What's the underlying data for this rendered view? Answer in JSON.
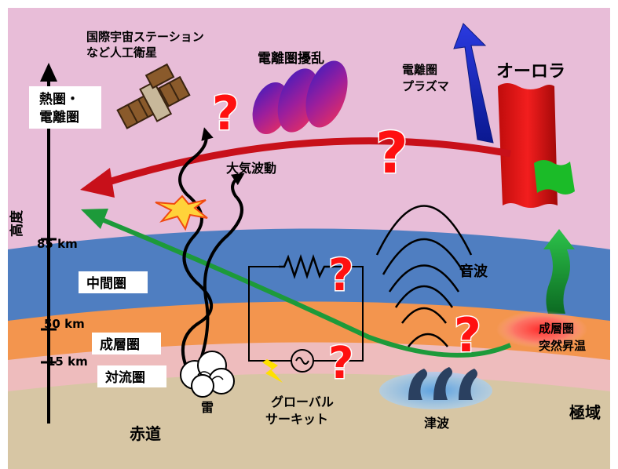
{
  "labels": {
    "iss": [
      "国際宇宙ステーション",
      "など人工衛星"
    ],
    "ionospheric_disturbance": "電離圏擾乱",
    "ionosphere_plasma": [
      "電離圏",
      "プラズマ"
    ],
    "aurora": "オーロラ",
    "thermosphere": [
      "熱圏・",
      "電離圏"
    ],
    "atmospheric_waves": "大気波動",
    "altitude": "高度",
    "alt_85": "85 km",
    "alt_50": "50 km",
    "alt_15": "15 km",
    "mesosphere": "中間圏",
    "stratosphere": "成層圏",
    "troposphere": "対流圏",
    "sound_waves": "音波",
    "ssw": [
      "成層圏",
      "突然昇温"
    ],
    "thunder": "雷",
    "global_circuit": [
      "グローバル",
      "サーキット"
    ],
    "tsunami": "津波",
    "equator": "赤道",
    "polar": "極域",
    "question": "?"
  },
  "colors": {
    "sky_top": "#222a3c",
    "thermosphere": "#e8bdd8",
    "upper_pink": "#f05bb8",
    "mesosphere": "#4f7ec1",
    "stratosphere": "#f3954e",
    "troposphere": "#eebcbd",
    "ground": "#d7c6a4",
    "question": "#ff1010",
    "arrow_red": "#c8101a",
    "arrow_green": "#1d9a3a",
    "plasma_blue": "#1029c8",
    "aurora_red": "#dd1010",
    "aurora_green": "#1bbb28"
  }
}
